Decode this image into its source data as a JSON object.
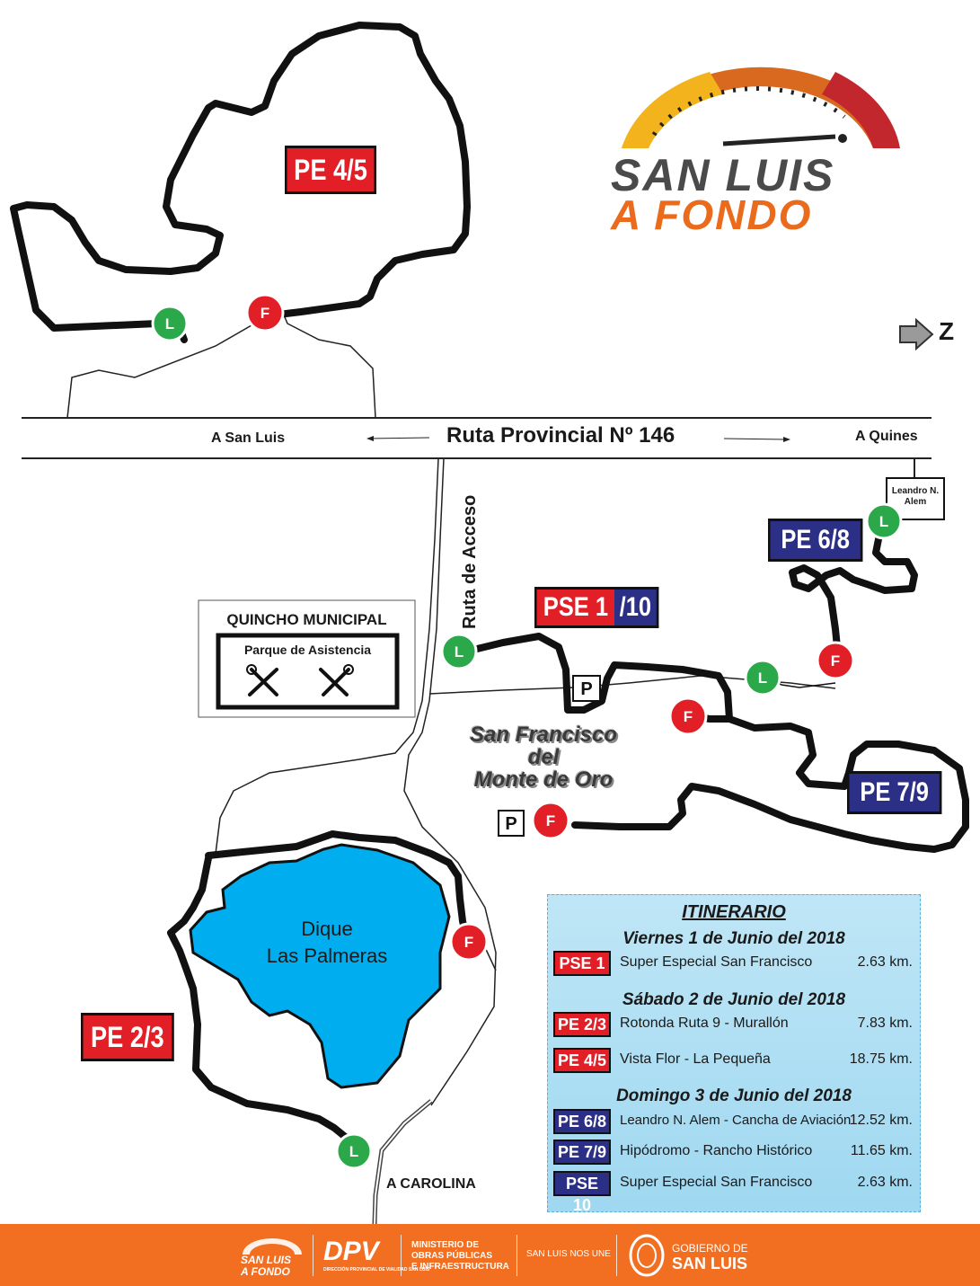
{
  "logo": {
    "line1": "SAN LUIS",
    "line2": "A FONDO"
  },
  "compass": {
    "label": "Z"
  },
  "road": {
    "name": "Ruta Provincial Nº 146",
    "left_direction": "A San Luis",
    "right_direction": "A Quines",
    "access_road": "Ruta de Acceso",
    "south_direction": "A CAROLINA"
  },
  "places": {
    "town_line1": "San Francisco",
    "town_line2": "del",
    "town_line3": "Monte de Oro",
    "lake_line1": "Dique",
    "lake_line2": "Las Palmeras",
    "leandro_line1": "Leandro N.",
    "leandro_line2": "Alem"
  },
  "quincho": {
    "title": "QUINCHO MUNICIPAL",
    "subtitle": "Parque de Asistencia"
  },
  "stages_on_map": {
    "pe45": "PE 4/5",
    "pse_red": "PSE  1",
    "pse_blue": "/10",
    "pe68": "PE 6/8",
    "pe79": "PE 7/9",
    "pe23": "PE 2/3"
  },
  "markers": {
    "start_letter": "L",
    "finish_letter": "F",
    "parking_letter": "P"
  },
  "colors": {
    "stage_red": "#e21f26",
    "stage_blue": "#2b2f86",
    "start_green": "#2aa84a",
    "lake_blue": "#00aeef",
    "footer_orange": "#f26f21"
  },
  "itinerary": {
    "title": "ITINERARIO",
    "day1": "Viernes 1 de Junio del 2018",
    "day2": "Sábado 2 de Junio del 2018",
    "day3": "Domingo 3 de Junio del 2018",
    "rows": [
      {
        "badge": "PSE  1",
        "name": "Super Especial San Francisco",
        "km": "2.63 km.",
        "color": "red"
      },
      {
        "badge": "PE 2/3",
        "name": "Rotonda Ruta 9 - Murallón",
        "km": "7.83 km.",
        "color": "red"
      },
      {
        "badge": "PE 4/5",
        "name": "Vista Flor  - La Pequeña",
        "km": "18.75 km.",
        "color": "red"
      },
      {
        "badge": "PE 6/8",
        "name": "Leandro N. Alem - Cancha de Aviación",
        "km": "12.52 km.",
        "color": "blue"
      },
      {
        "badge": "PE 7/9",
        "name": "Hipódromo - Rancho Histórico",
        "km": "11.65 km.",
        "color": "blue"
      },
      {
        "badge": "PSE  10",
        "name": "Super Especial San Francisco",
        "km": "2.63 km.",
        "color": "blue"
      }
    ]
  },
  "footer": {
    "logo_line1": "SAN LUIS",
    "logo_line2": "A FONDO",
    "dpv": "DPV",
    "dpv_sub": "DIRECCIÓN PROVINCIAL DE VIALIDAD SAN LUIS",
    "ministry_line1": "MINISTERIO DE",
    "ministry_line2": "OBRAS PÚBLICAS",
    "ministry_line3": "E INFRAESTRUCTURA",
    "slogan": "SAN LUIS NOS UNE",
    "gov_line1": "GOBIERNO DE",
    "gov_line2": "SAN LUIS"
  }
}
